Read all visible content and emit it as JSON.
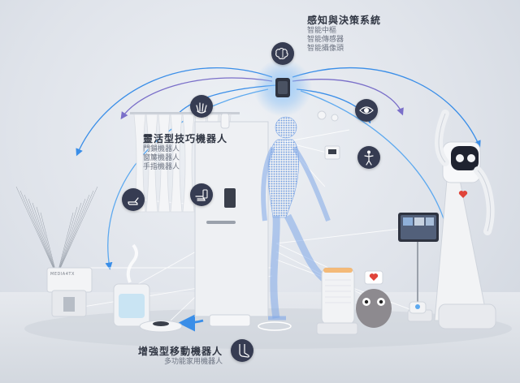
{
  "perception": {
    "title": "感知與決策系統",
    "items": [
      "智能中樞",
      "智能傳感器",
      "智能攝像頭"
    ]
  },
  "dexterous": {
    "title": "靈活型技巧機器人",
    "items": [
      "門鎖機器人",
      "窗簾機器人",
      "手指機器人"
    ]
  },
  "mobile": {
    "title": "增強型移動機器人",
    "items": [
      "多功能家用機器人"
    ]
  },
  "device_brand": "MEDIA4TX",
  "icons": [
    "brain-icon",
    "eye-icon",
    "body-icon",
    "hand-wave-icon",
    "hand-point-icon",
    "hand-touch-icon",
    "foot-icon"
  ],
  "colors": {
    "accent_blue": "#3a8ee8",
    "accent_purple": "#7a6fc9",
    "badge": "#363c52",
    "heart": "#e0443a"
  }
}
